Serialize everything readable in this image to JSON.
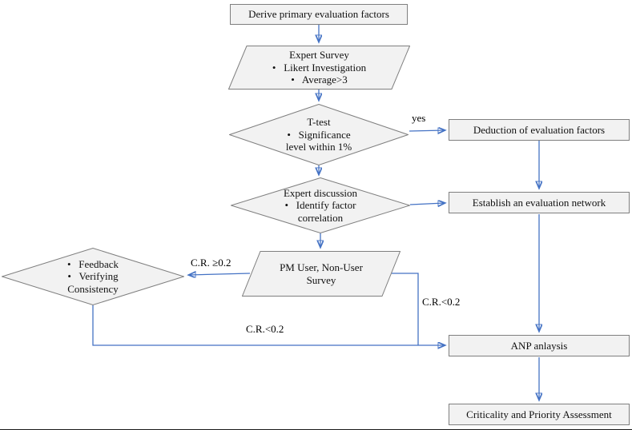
{
  "figure": {
    "colors": {
      "node_fill": "#f2f2f2",
      "node_border": "#7f7f7f",
      "arrow": "#4472c4",
      "text": "#000000"
    },
    "nodes": {
      "derive": {
        "label": "Derive primary evaluation factors"
      },
      "expert_survey": {
        "lines": [
          "Expert Survey",
          "•   Likert Investigation",
          "•   Average>3"
        ]
      },
      "t_test": {
        "lines": [
          "T-test",
          "•   Significance",
          "level within 1%"
        ]
      },
      "deduction": {
        "label": "Deduction of evaluation factors"
      },
      "expert_discussion": {
        "lines": [
          "Expert discussion",
          "•   Identify factor",
          "correlation"
        ]
      },
      "establish": {
        "label": "Establish an evaluation network"
      },
      "pm_survey": {
        "lines": [
          "PM User, Non-User",
          "Survey"
        ]
      },
      "feedback": {
        "lines": [
          "•   Feedback",
          "•   Verifying",
          "Consistency"
        ]
      },
      "anp": {
        "label": "ANP anlaysis"
      },
      "criticality": {
        "label": "Criticality and Priority Assessment"
      }
    },
    "edge_labels": {
      "yes": "yes",
      "cr_ge": "C.R. ≥0.2",
      "cr_lt_right": "C.R.<0.2",
      "cr_lt_bottom": "C.R.<0.2"
    }
  }
}
